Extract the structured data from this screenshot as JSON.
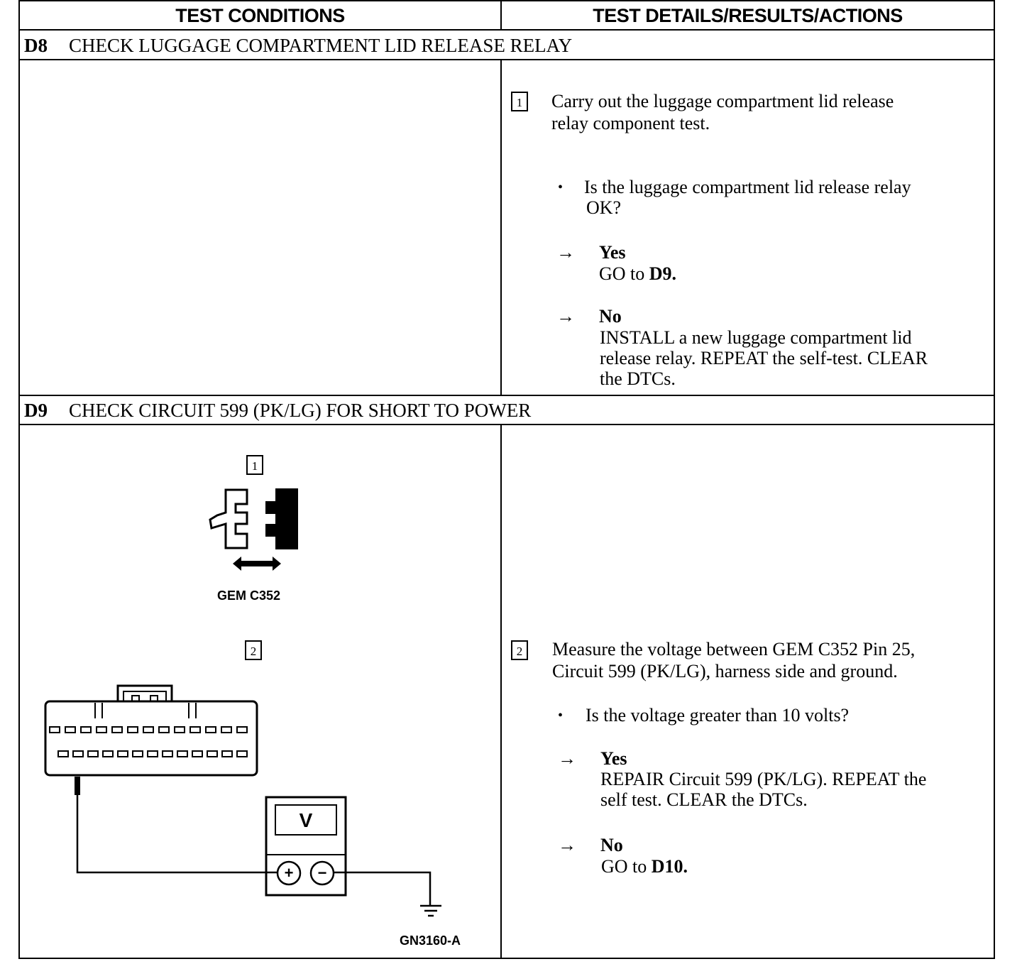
{
  "header": {
    "left": "TEST CONDITIONS",
    "right": "TEST DETAILS/RESULTS/ACTIONS"
  },
  "d8": {
    "code": "D8",
    "title": "CHECK LUGGAGE COMPARTMENT LID RELEASE RELAY",
    "step_number": "1",
    "instruction_line1": "Carry out the luggage compartment lid release",
    "instruction_line2": "relay component test.",
    "question_line1": "Is the luggage compartment lid release relay",
    "question_line2": "OK?",
    "yes_label": "Yes",
    "yes_prefix": "GO to",
    "yes_target": "D9.",
    "no_label": "No",
    "no_line1": "INSTALL a new luggage compartment lid",
    "no_line2": "release relay. REPEAT the self-test. CLEAR",
    "no_line3": "the DTCs."
  },
  "d9": {
    "code": "D9",
    "title": "CHECK CIRCUIT 599 (PK/LG) FOR SHORT TO POWER",
    "fig_step1": "1",
    "fig_connector_label": "GEM C352",
    "fig_step2": "2",
    "meter_label": "V",
    "meter_plus": "+",
    "meter_minus": "−",
    "fig_ref": "GN3160-A",
    "step_number": "2",
    "instruction_line1": "Measure the voltage between GEM C352 Pin 25,",
    "instruction_line2": "Circuit 599 (PK/LG), harness side and ground.",
    "question": "Is the voltage greater than 10 volts?",
    "yes_label": "Yes",
    "yes_line1": "REPAIR Circuit 599 (PK/LG). REPEAT the",
    "yes_line2": "self test. CLEAR the DTCs.",
    "no_label": "No",
    "no_prefix": "GO to",
    "no_target": "D10."
  },
  "symbols": {
    "arrow": "→",
    "bullet": "•"
  },
  "icons": [
    "connector-disconnect-icon",
    "multi-pin-connector-icon",
    "voltmeter-icon",
    "ground-icon"
  ]
}
